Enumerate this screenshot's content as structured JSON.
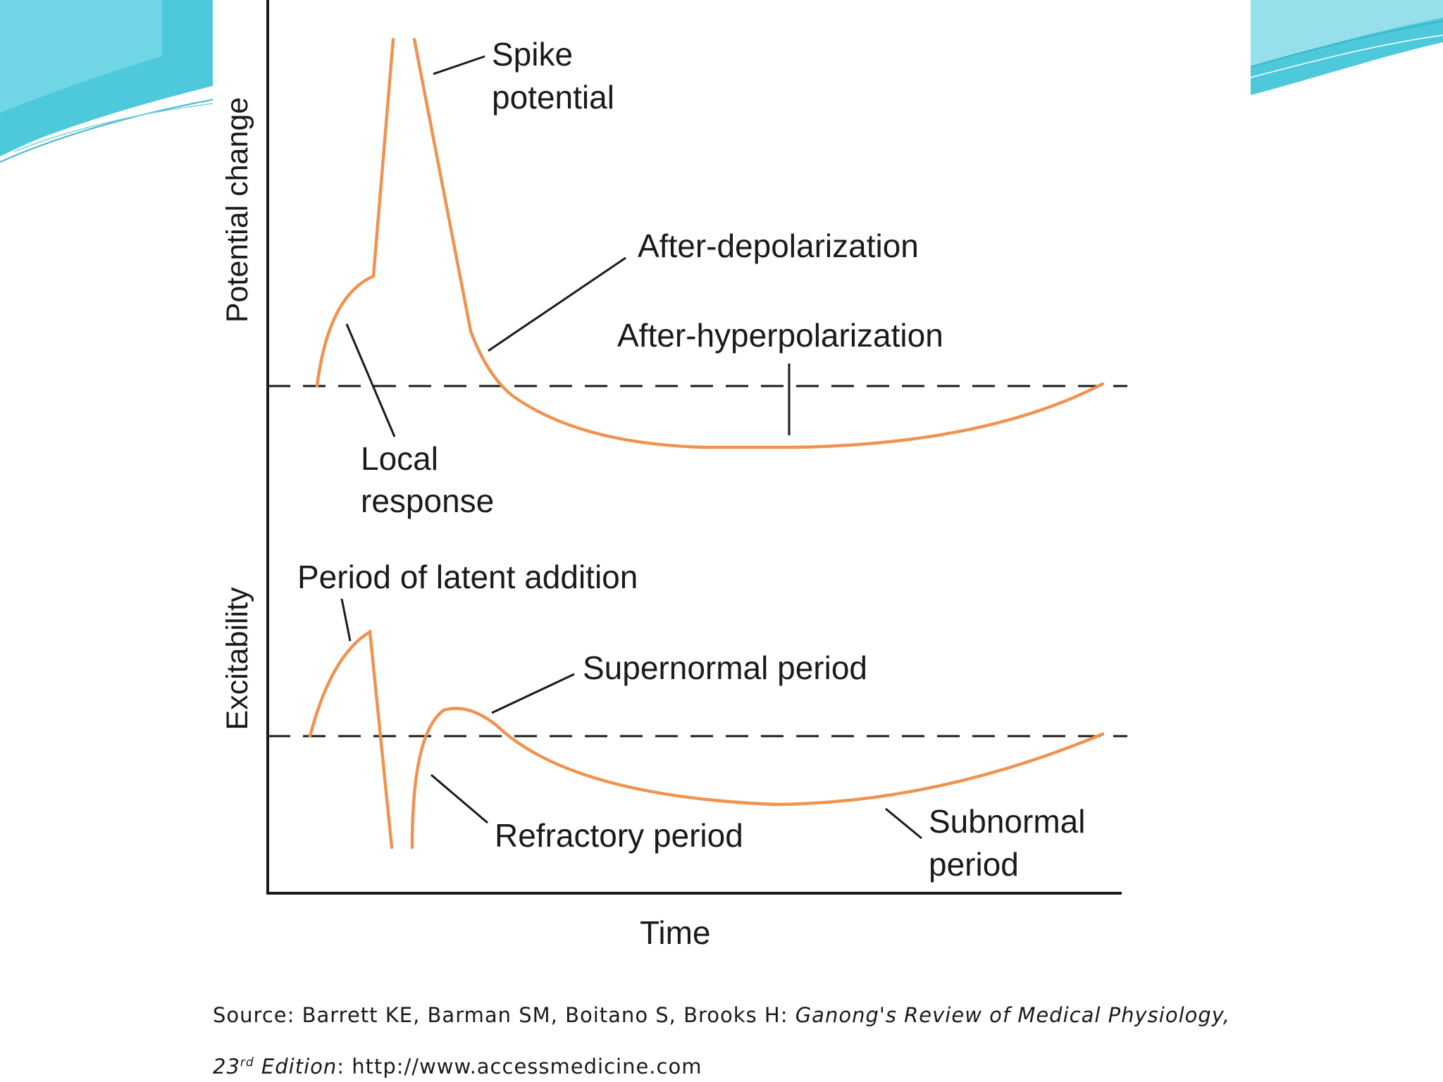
{
  "figure": {
    "axes": {
      "top_ylabel": "Potential change",
      "bottom_ylabel": "Excitability",
      "xlabel": "Time"
    },
    "labels": {
      "spike_line1": "Spike",
      "spike_line2": "potential",
      "after_depolarization": "After-depolarization",
      "after_hyperpolarization": "After-hyperpolarization",
      "local_line1": "Local",
      "local_line2": "response",
      "latent_addition": "Period of latent addition",
      "supernormal": "Supernormal period",
      "refractory": "Refractory period",
      "subnormal_line1": "Subnormal",
      "subnormal_line2": "period"
    },
    "colors": {
      "curve": "#ee9350",
      "axis": "#1a1a1a",
      "accent_wave": "#3fc3d8"
    }
  },
  "source": {
    "prefix": "Source: Barrett KE, Barman SM, Boitano S, Brooks H: ",
    "title": "Ganong's Review of Medical Physiology,",
    "edition_num": "23",
    "edition_sup": "rd",
    "edition_word": " Edition",
    "suffix": ": http://www.accessmedicine.com"
  }
}
